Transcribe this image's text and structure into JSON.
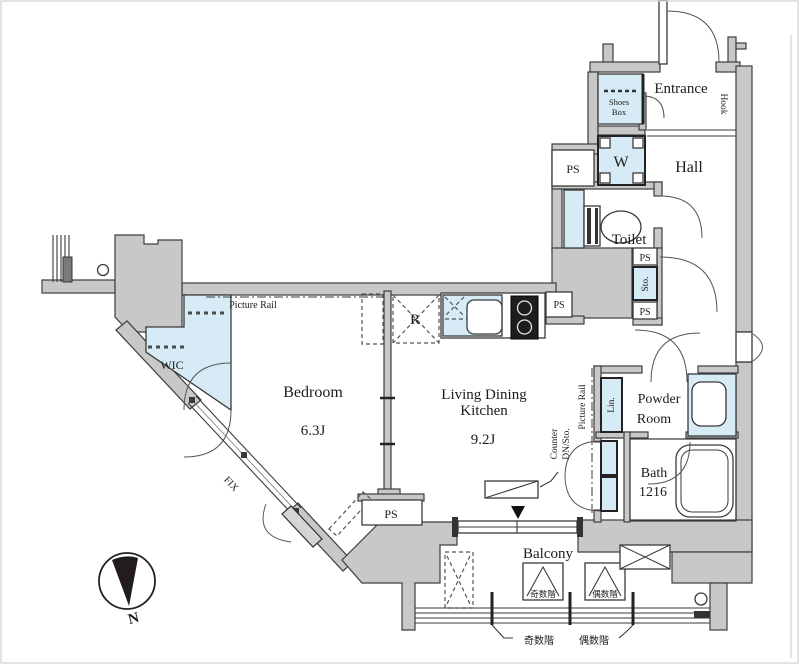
{
  "plan": {
    "rooms": {
      "entrance": "Entrance",
      "hall": "Hall",
      "toilet": "Toilet",
      "wic": "WIC",
      "bedroom": {
        "name": "Bedroom",
        "size": "6.3J"
      },
      "ldk": {
        "line1": "Living Dining",
        "line2": "Kitchen",
        "size": "9.2J"
      },
      "powder": {
        "line1": "Powder",
        "line2": "Room"
      },
      "bath": {
        "name": "Bath",
        "size": "1216"
      },
      "balcony": "Balcony"
    },
    "labels": {
      "pipe_space": "PS",
      "washer": "W",
      "fridge": "R",
      "storage": "Sto.",
      "linen": "Lin.",
      "hook": "Hook",
      "fix": "FIX",
      "picture_rail": "Picture Rail",
      "shoes_line1": "Shoes",
      "shoes_line2": "Box",
      "counter_line1": "Counter",
      "counter_line2": "DN/Sto.",
      "odd_floor": "奇数階",
      "even_floor": "偶数階",
      "north": "N"
    },
    "colors": {
      "wall_gray": "#c8c8c8",
      "fixture_blue": "#d6ebf5",
      "line": "#3d3d3d"
    }
  }
}
